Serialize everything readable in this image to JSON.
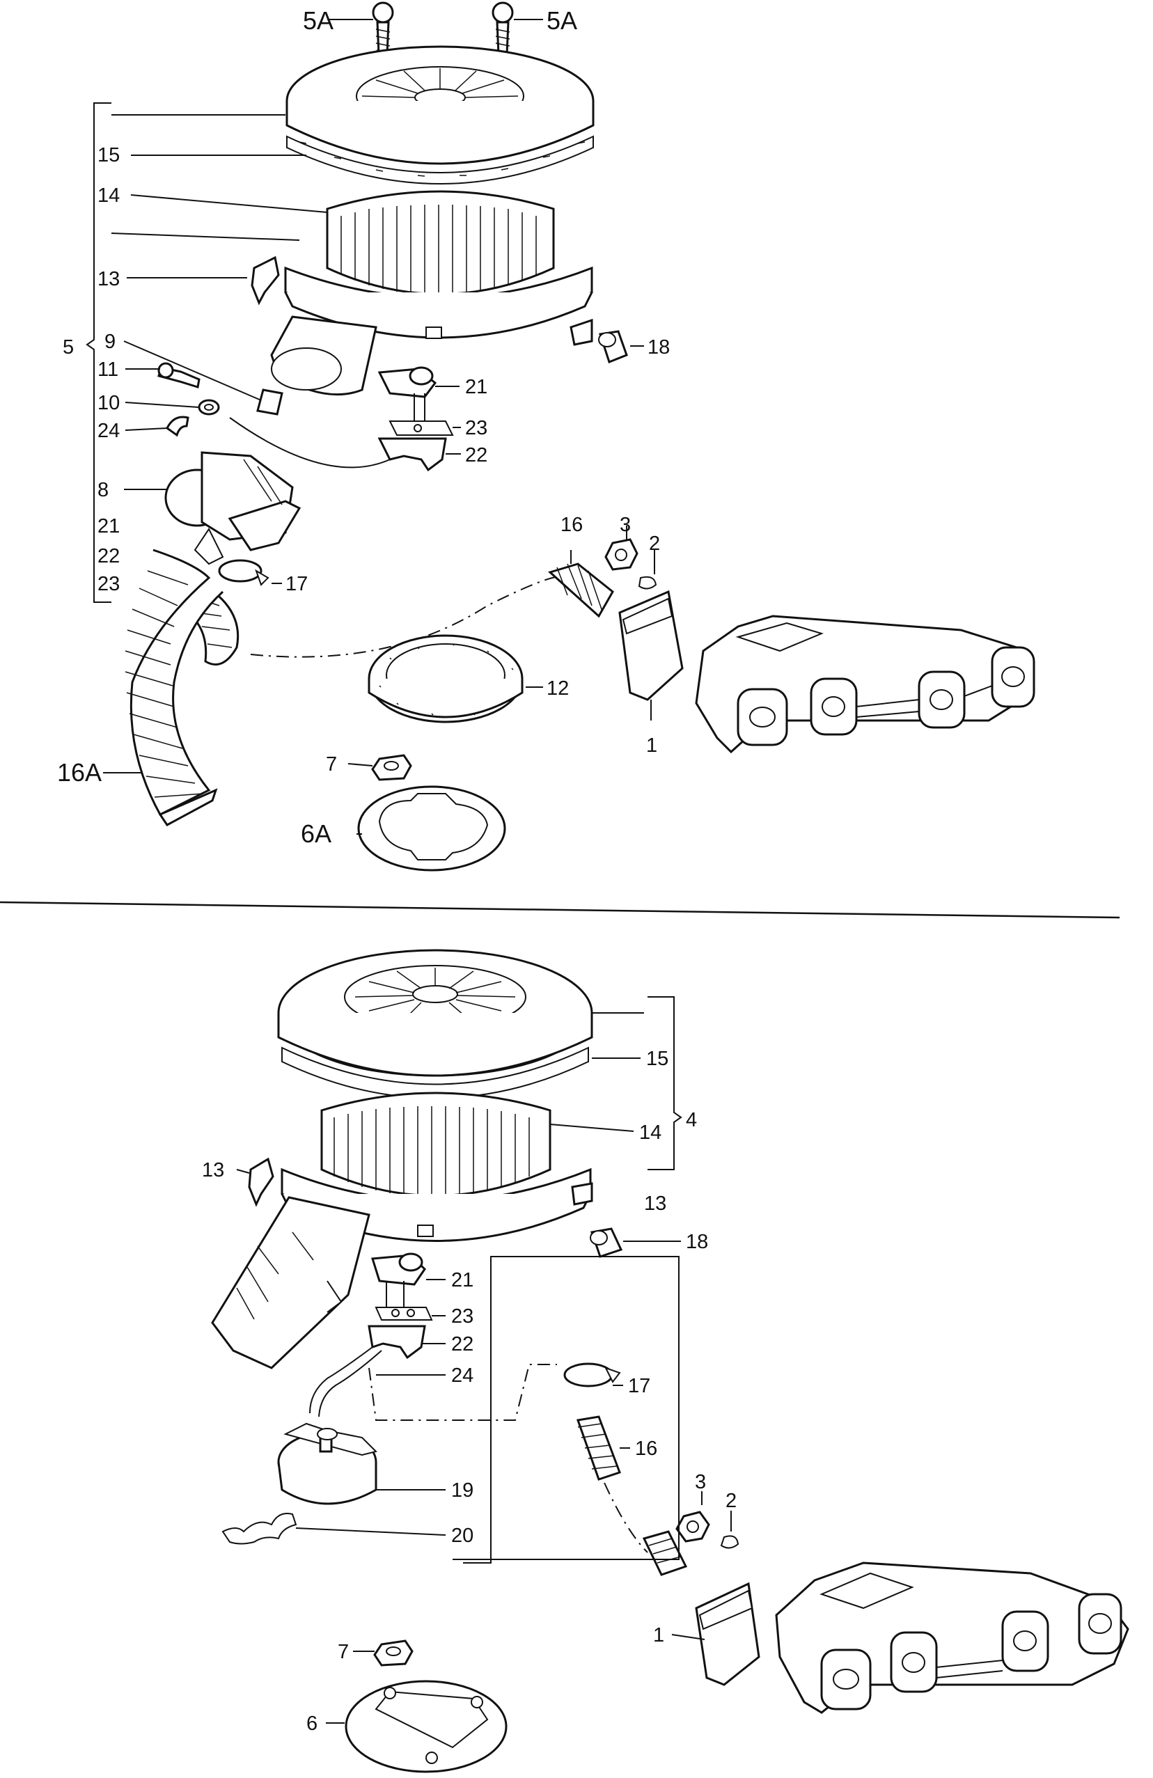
{
  "top": {
    "labels": {
      "l5a_left": "5A",
      "l5a_right": "5A",
      "l15": "15",
      "l14": "14",
      "l13": "13",
      "l5": "5",
      "l9": "9",
      "l11": "11",
      "l10": "10",
      "l24": "24",
      "l8": "8",
      "l21s": "21",
      "l22s": "22",
      "l23s": "23",
      "l18": "18",
      "l21": "21",
      "l23": "23",
      "l22": "22",
      "l16": "16",
      "l3": "3",
      "l2": "2",
      "l17": "17",
      "l12": "12",
      "l1": "1",
      "l16a": "16A",
      "l7": "7",
      "l6a": "6A"
    }
  },
  "bottom": {
    "labels": {
      "l15": "15",
      "l14": "14",
      "l4": "4",
      "l13r": "13",
      "l13l": "13",
      "l18": "18",
      "l21": "21",
      "l23": "23",
      "l22": "22",
      "l24": "24",
      "l17": "17",
      "l16": "16",
      "l3": "3",
      "l2": "2",
      "l19": "19",
      "l20": "20",
      "l1": "1",
      "l7": "7",
      "l6": "6"
    }
  }
}
